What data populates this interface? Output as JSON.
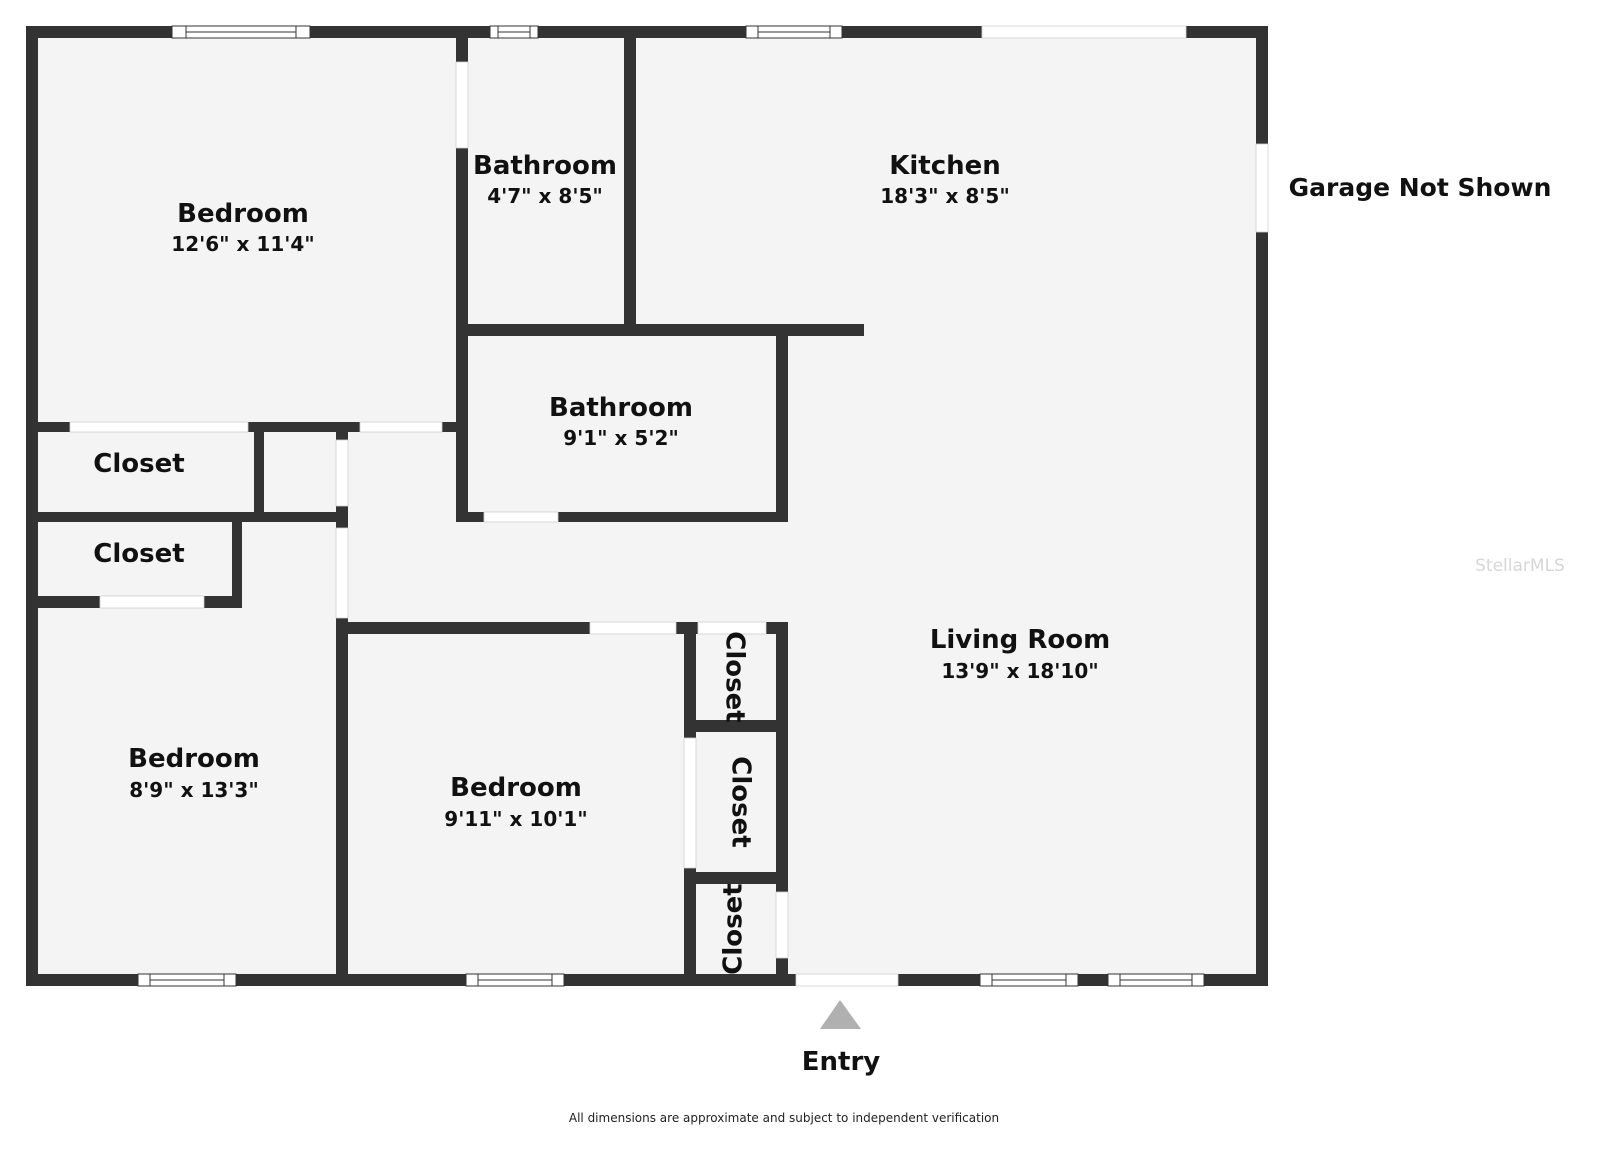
{
  "rooms": [
    {
      "id": "bedroom-1",
      "name": "Bedroom",
      "dimensions": "12'6\" x 11'4\""
    },
    {
      "id": "bathroom-1",
      "name": "Bathroom",
      "dimensions": "4'7\" x 8'5\""
    },
    {
      "id": "kitchen",
      "name": "Kitchen",
      "dimensions": "18'3\" x 8'5\""
    },
    {
      "id": "bathroom-2",
      "name": "Bathroom",
      "dimensions": "9'1\" x 5'2\""
    },
    {
      "id": "closet-1",
      "name": "Closet"
    },
    {
      "id": "closet-2",
      "name": "Closet"
    },
    {
      "id": "living-room",
      "name": "Living Room",
      "dimensions": "13'9\" x 18'10\""
    },
    {
      "id": "closet-3",
      "name": "Closet"
    },
    {
      "id": "closet-4",
      "name": "Closet"
    },
    {
      "id": "closet-5",
      "name": "Closet"
    },
    {
      "id": "bedroom-2",
      "name": "Bedroom",
      "dimensions": "8'9\" x 13'3\""
    },
    {
      "id": "bedroom-3",
      "name": "Bedroom",
      "dimensions": "9'11\" x 10'1\""
    }
  ],
  "garage_note": "Garage Not Shown",
  "entry_label": "Entry",
  "disclaimer": "All dimensions are approximate and subject to independent verification",
  "watermark": "StellarMLS",
  "colors": {
    "wall": "#333333",
    "floor": "#f4f4f4",
    "entry_arrow": "#b0b0b0",
    "background": "#ffffff"
  }
}
